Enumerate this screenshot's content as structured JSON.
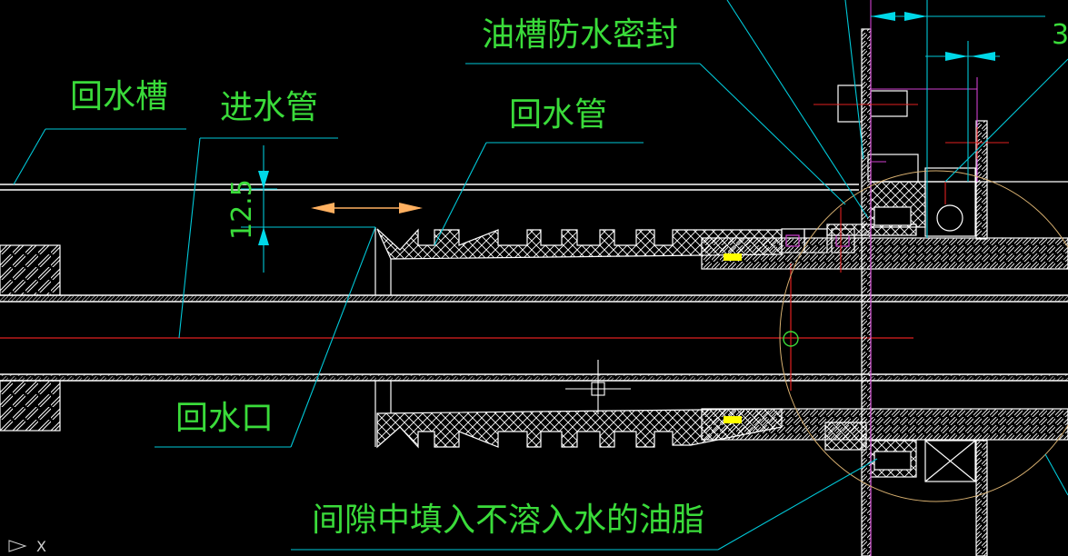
{
  "drawing": {
    "labels": {
      "oil_groove_seal": "油槽防水密封",
      "return_groove": "回水槽",
      "inlet_pipe": "进水管",
      "return_pipe": "回水管",
      "return_outlet": "回水口",
      "grease_note": "间隙中填入不溶入水的油脂"
    },
    "dimensions": {
      "vertical_gap": "12.5",
      "top_right_partial": "3"
    },
    "ucs_axis_label": "X"
  },
  "colors": {
    "background": "#000000",
    "text": "#3adb3a",
    "outline": "#ffffff",
    "leader": "#00c8d8",
    "centerline": "#e02020",
    "magenta": "#d040d0",
    "arrow_cyan": "#00d8e8",
    "arrow_orange": "#ffb060",
    "highlight": "#ffff00",
    "hatch": "#ffffff",
    "ellipse": "#d8b070"
  }
}
